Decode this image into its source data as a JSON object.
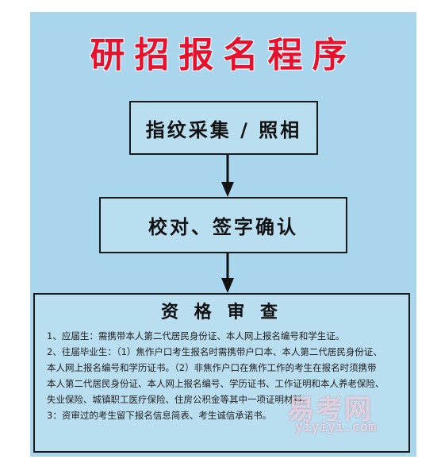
{
  "title": "研招报名程序",
  "steps": {
    "step1": "指纹采集 / 照相",
    "step2": "校对、签字确认"
  },
  "review": {
    "title": "资 格 审 查",
    "lines": [
      "1、应届生：需携带本人第二代居民身份证、本人网上报名编号和学生证。",
      "2、往届毕业生：（1）焦作户口考生报名时需携带户口本、本人第二代居民身份证、",
      "本人网上报名编号和学历证书。（2）非焦作户口在焦作工作的考生在报名时须携带",
      "本人第二代居民身份证、本人网上报名编号、学历证书、工作证明和本人养老保险、",
      "失业保险、城镇职工医疗保险、住房公积金等其中一项证明材料。",
      "3：资审过的考生留下报名信息简表、考生诚信承诺书。"
    ]
  },
  "watermark": {
    "brand": "易考网",
    "url": "yiyiyi.com"
  },
  "colors": {
    "background": "#a9d6ec",
    "title": "#e8112d",
    "border": "#1a1a1a"
  }
}
